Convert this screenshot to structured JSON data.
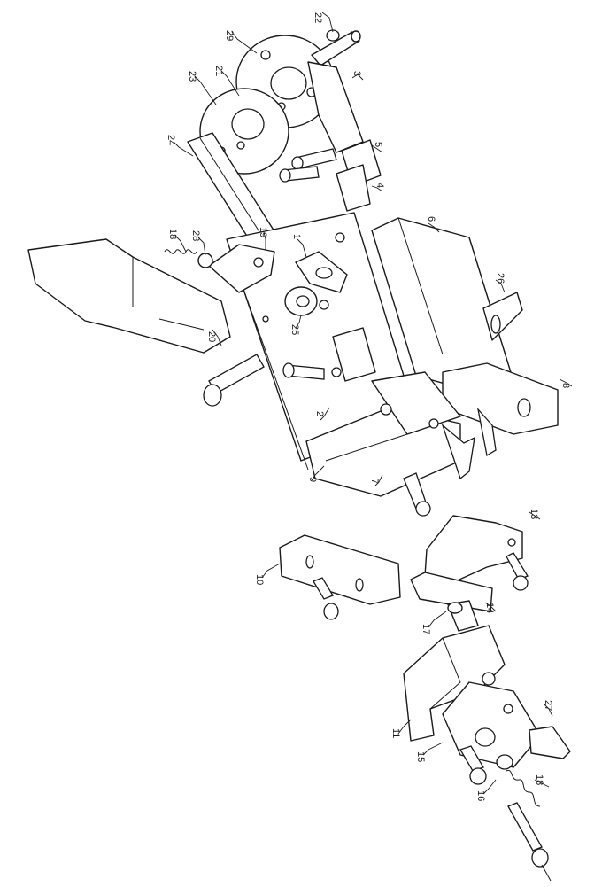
{
  "labels": [
    {
      "id": "l1",
      "text": "1"
    },
    {
      "id": "l2",
      "text": "2"
    },
    {
      "id": "l3",
      "text": "3"
    },
    {
      "id": "l4",
      "text": "4"
    },
    {
      "id": "l5",
      "text": "5"
    },
    {
      "id": "l6",
      "text": "6"
    },
    {
      "id": "l7",
      "text": "7"
    },
    {
      "id": "l8",
      "text": "8"
    },
    {
      "id": "l9",
      "text": "9"
    },
    {
      "id": "l10",
      "text": "10"
    },
    {
      "id": "l11",
      "text": "11"
    },
    {
      "id": "l13",
      "text": "13"
    },
    {
      "id": "l14",
      "text": "14"
    },
    {
      "id": "l15",
      "text": "15"
    },
    {
      "id": "l16",
      "text": "16"
    },
    {
      "id": "l17",
      "text": "17"
    },
    {
      "id": "l18a",
      "text": "18"
    },
    {
      "id": "l18b",
      "text": "18"
    },
    {
      "id": "l19",
      "text": "19"
    },
    {
      "id": "l20",
      "text": "20"
    },
    {
      "id": "l21",
      "text": "21"
    },
    {
      "id": "l22",
      "text": "22"
    },
    {
      "id": "l23",
      "text": "23"
    },
    {
      "id": "l24",
      "text": "24"
    },
    {
      "id": "l25",
      "text": "25"
    },
    {
      "id": "l26",
      "text": "26"
    },
    {
      "id": "l27",
      "text": "27"
    },
    {
      "id": "l28",
      "text": "28"
    },
    {
      "id": "l29",
      "text": "29"
    }
  ]
}
